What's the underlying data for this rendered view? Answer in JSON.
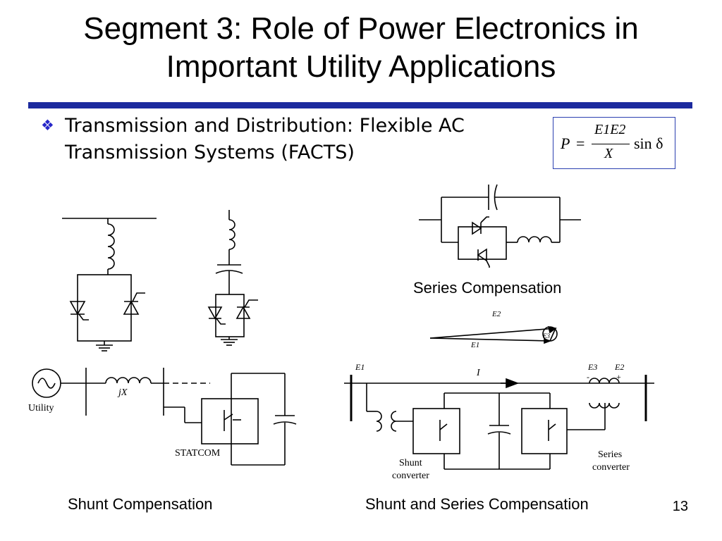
{
  "slide": {
    "title_line1": "Segment 3: Role of Power Electronics in",
    "title_line2": "Important Utility Applications",
    "bullet_symbol": "❖",
    "bullet_line1": "Transmission and Distribution: Flexible AC",
    "bullet_line2": "Transmission Systems (FACTS)",
    "page_number": "13",
    "rule_color": "#1c2a9e"
  },
  "equation": {
    "lhs": "P",
    "equals": "=",
    "numerator": "E1E2",
    "denominator": "X",
    "rhs": "sin δ"
  },
  "labels": {
    "series_compensation": "Series Compensation",
    "shunt_compensation": "Shunt Compensation",
    "shunt_and_series": "Shunt and Series Compensation",
    "utility": "Utility",
    "jx": "jX",
    "statcom": "STATCOM",
    "shunt_converter_1": "Shunt",
    "shunt_converter_2": "converter",
    "series_converter_1": "Series",
    "series_converter_2": "converter",
    "phasor_e1": "E1",
    "phasor_e2": "E2",
    "phasor_e3": "E3",
    "bus_e1": "E1",
    "bus_e2": "E2",
    "bus_e3": "E3",
    "current_i": "I",
    "minus": "-",
    "plus": "+"
  }
}
